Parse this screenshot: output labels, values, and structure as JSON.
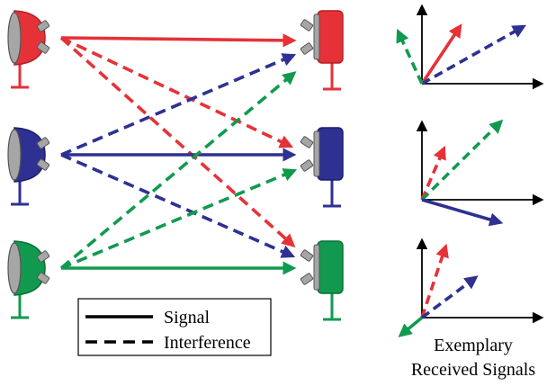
{
  "colors": {
    "red": "#e53238",
    "red_dark": "#b51f24",
    "blue": "#2e3192",
    "blue_dark": "#1d1f6b",
    "green": "#119a4f",
    "green_dark": "#0b6e38",
    "gray": "#a6a6a6",
    "black": "#000000"
  },
  "transmitters": [
    {
      "id": "red",
      "color_key": "red"
    },
    {
      "id": "blue",
      "color_key": "blue"
    },
    {
      "id": "green",
      "color_key": "green"
    }
  ],
  "receivers": [
    {
      "id": "red",
      "color_key": "red"
    },
    {
      "id": "blue",
      "color_key": "blue"
    },
    {
      "id": "green",
      "color_key": "green"
    }
  ],
  "links": [
    {
      "from": 0,
      "to": 0,
      "type": "signal"
    },
    {
      "from": 0,
      "to": 1,
      "type": "interference"
    },
    {
      "from": 0,
      "to": 2,
      "type": "interference"
    },
    {
      "from": 1,
      "to": 0,
      "type": "interference"
    },
    {
      "from": 1,
      "to": 1,
      "type": "signal"
    },
    {
      "from": 1,
      "to": 2,
      "type": "interference"
    },
    {
      "from": 2,
      "to": 0,
      "type": "interference"
    },
    {
      "from": 2,
      "to": 1,
      "type": "interference"
    },
    {
      "from": 2,
      "to": 2,
      "type": "signal"
    }
  ],
  "legend": {
    "signal_label": "Signal",
    "interference_label": "Interference"
  },
  "caption": {
    "line1": "Exemplary",
    "line2": "Received Signals"
  }
}
